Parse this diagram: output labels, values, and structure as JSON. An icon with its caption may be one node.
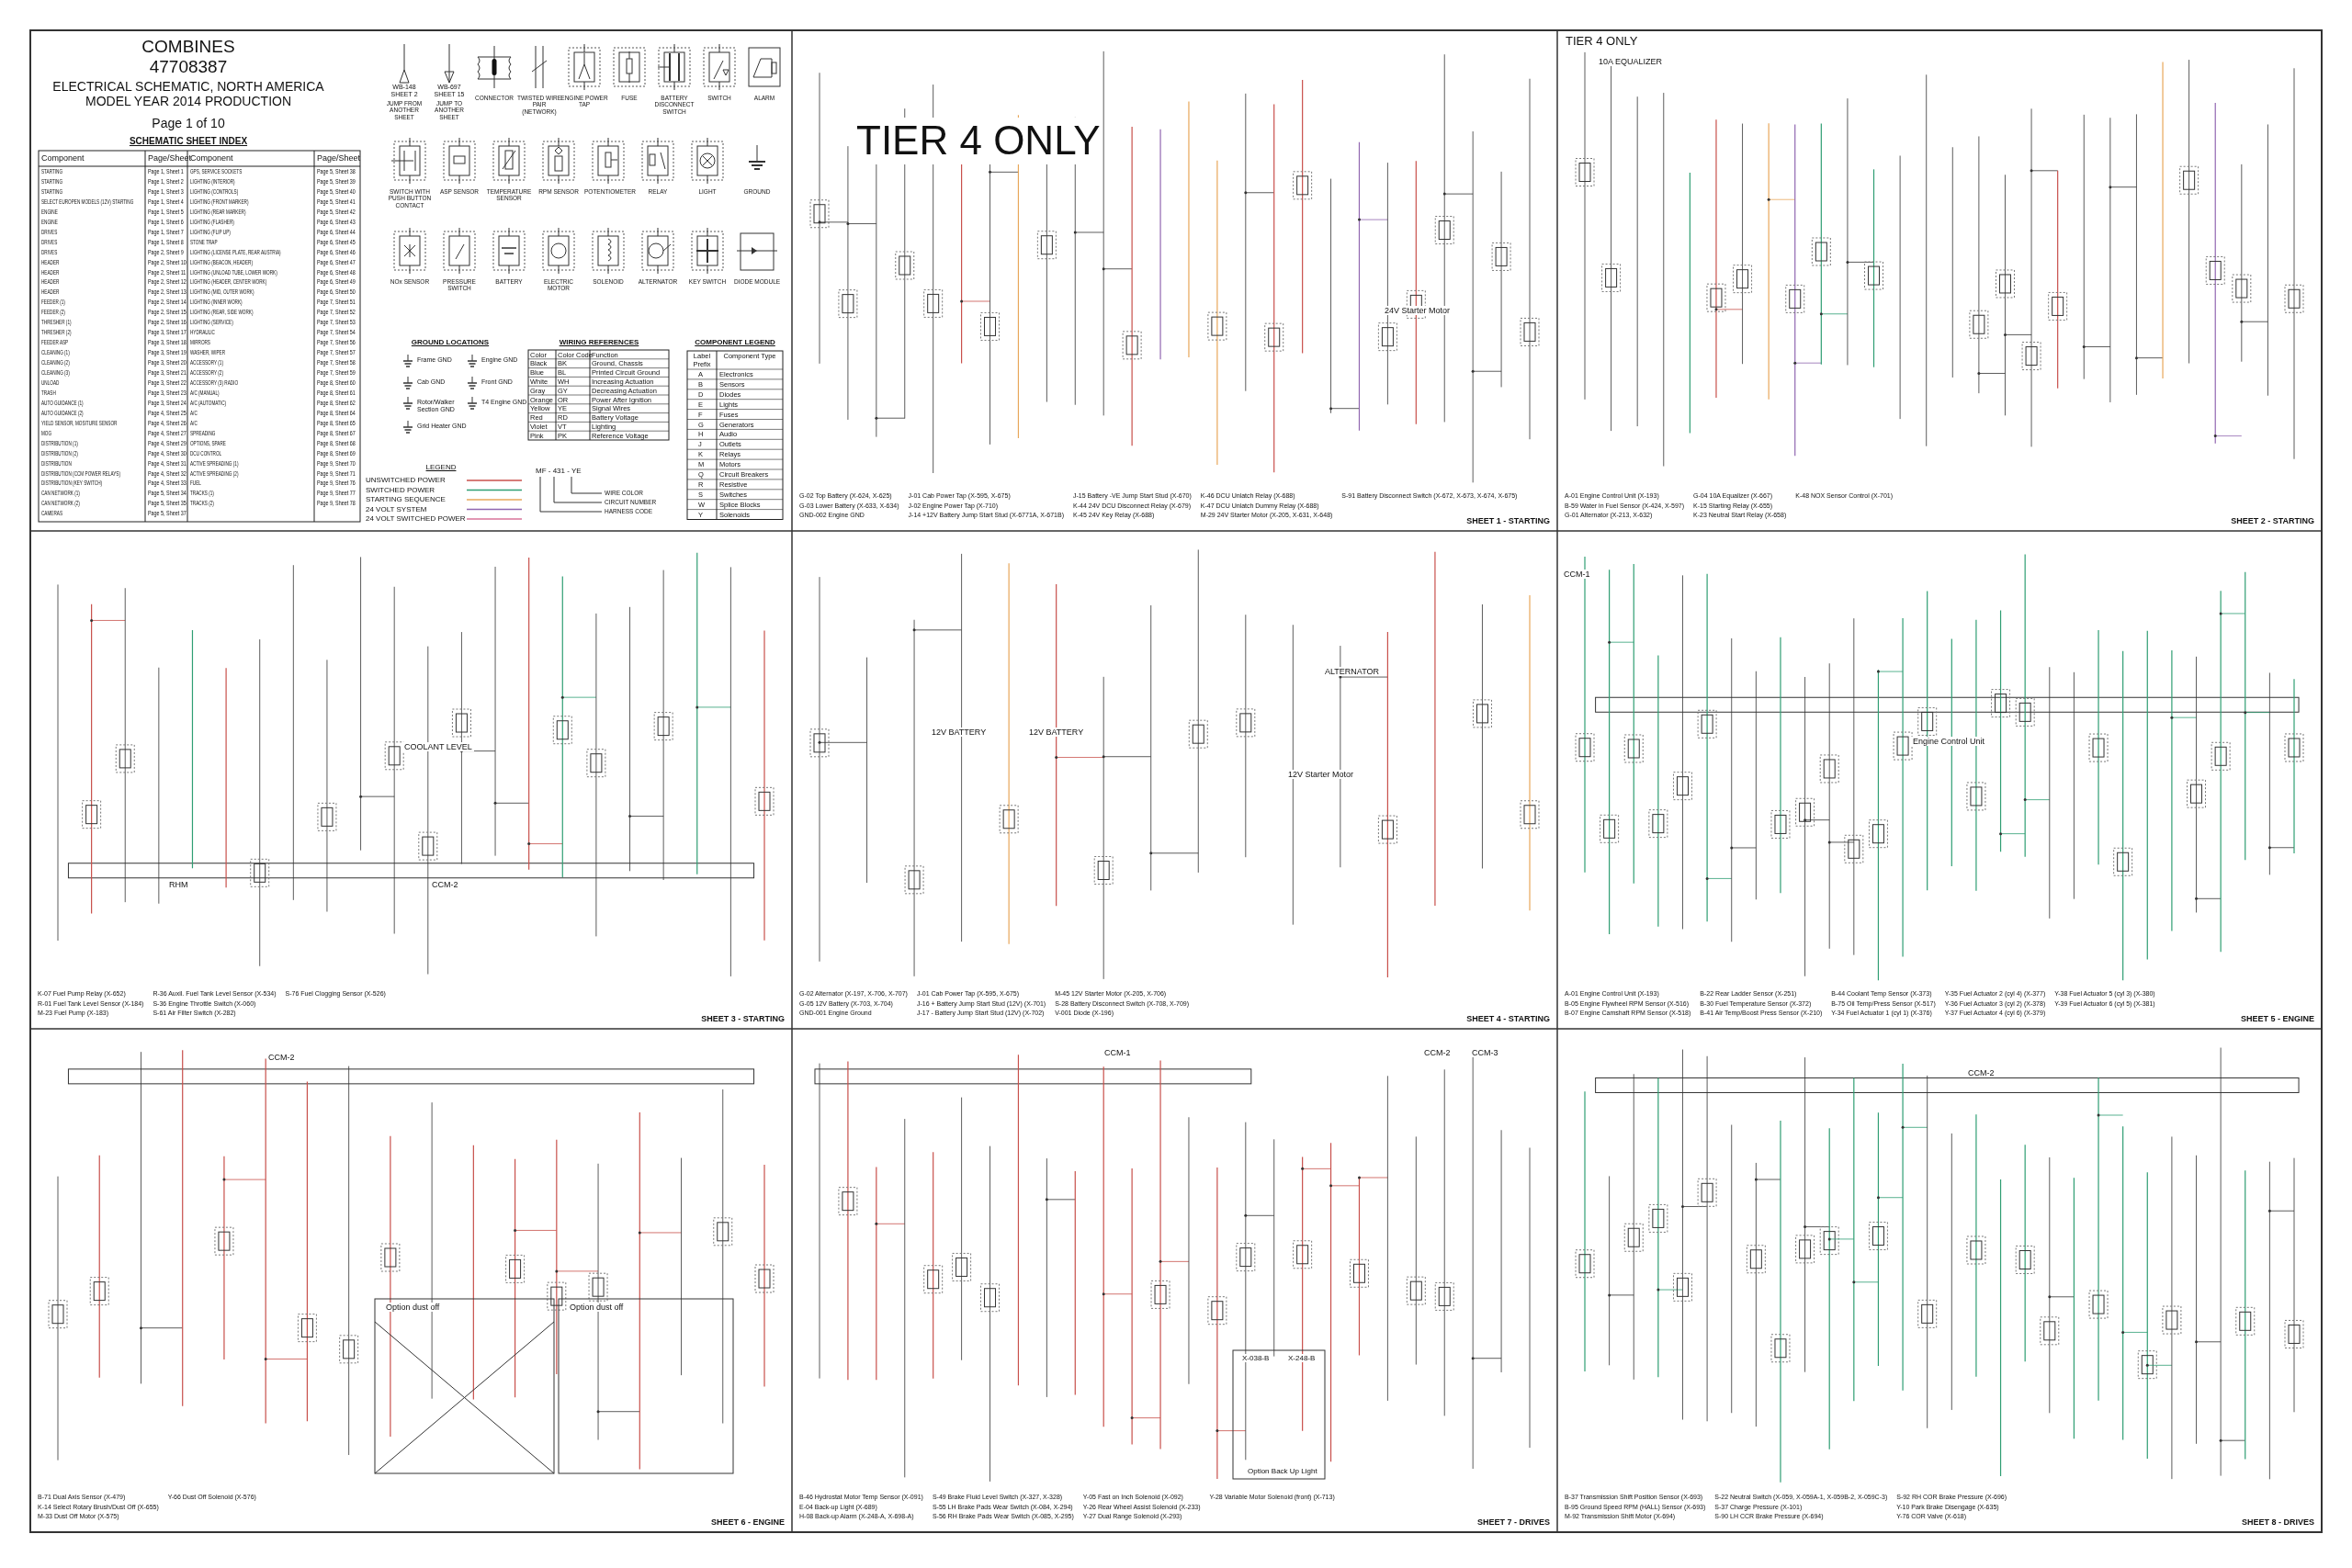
{
  "diagram": {
    "title": "COMBINES",
    "labels": [
      "47708387",
      "ELECTRICAL SCHEMATIC, NORTH AMERICA MODEL YEAR 2014 PRODUCTION",
      "Page 1 of 10",
      "SCHEMATIC SHEET INDEX",
      "Component",
      "Page/Sheet",
      "Component",
      "Page/Sheet",
      "STARTING",
      "Page 1, Sheet 1",
      "GPS, SERVICE SOCKETS",
      "Page 5, Sheet 38",
      "STARTING",
      "Page 1, Sheet 2",
      "LIGHTING (INTERIOR)",
      "Page 5, Sheet 39",
      "STARTING",
      "Page 1, Sheet 3",
      "LIGHTING (CONTROLS)",
      "Page 5, Sheet 40",
      "SELECT EUROPEN MODELS (12V) STARTING",
      "Page 1, Sheet 4",
      "LIGHTING (FRONT MARKER)",
      "Page 5, Sheet 41",
      "ENGINE",
      "Page 1, Sheet 5",
      "LIGHTING (REAR MARKER)",
      "Page 5, Sheet 42",
      "ENGINE",
      "Page 1, Sheet 6",
      "LIGHTING (FLASHER)",
      "Page 6, Sheet 43",
      "DRIVES",
      "Page 1, Sheet 7",
      "LIGHTING (FLIP UP)",
      "Page 6, Sheet 44",
      "DRIVES",
      "Page 1, Sheet 8",
      "STONE TRAP",
      "Page 6, Sheet 45",
      "DRIVES",
      "Page 2, Sheet 9",
      "LIGHTING (LICENSE PLATE, REAR AUSTRIA)",
      "Page 6, Sheet 46",
      "HEADER",
      "Page 2, Sheet 10",
      "LIGHTING (BEACON, HEADER)",
      "Page 6, Sheet 47",
      "HEADER",
      "Page 2, Sheet 11",
      "LIGHTING (UNLOAD TUBE, LOWER WORK)",
      "Page 6, Sheet 48",
      "HEADER",
      "Page 2, Sheet 12",
      "LIGHTING (HEADER, CENTER WORK)",
      "Page 6, Sheet 49",
      "HEADER",
      "Page 2, Sheet 13",
      "LIGHTING (MID, OUTER WORK)",
      "Page 6, Sheet 50",
      "FEEDER (1)",
      "Page 2, Sheet 14",
      "LIGHTING (INNER WORK)",
      "Page 7, Sheet 51",
      "FEEDER (2)",
      "Page 2, Sheet 15",
      "LIGHTING (REAR, SIDE WORK)",
      "Page 7, Sheet 52",
      "THRESHER (1)",
      "Page 2, Sheet 16",
      "LIGHTING (SERVICE)",
      "Page 7, Sheet 53",
      "THRESHER (2)",
      "Page 3, Sheet 17",
      "HYDRAULIC",
      "Page 7, Sheet 54",
      "FEEDER ASP",
      "Page 3, Sheet 18",
      "MIRRORS",
      "Page 7, Sheet 56",
      "CLEANING (1)",
      "Page 3, Sheet 19",
      "WASHER, WIPER",
      "Page 7, Sheet 57",
      "CLEANING (2)",
      "Page 3, Sheet 20",
      "ACCESSORY (1)",
      "Page 7, Sheet 58",
      "CLEANING (3)",
      "Page 3, Sheet 21",
      "ACCESSORY (2)",
      "Page 7, Sheet 59",
      "UNLOAD",
      "Page 3, Sheet 22",
      "ACCESSORY (3) RADIO",
      "Page 8, Sheet 60",
      "TRASH",
      "Page 3, Sheet 23",
      "A/C (MANUAL)",
      "Page 8, Sheet 61",
      "AUTO GUIDANCE (1)",
      "Page 3, Sheet 24",
      "A/C (AUTOMATIC)",
      "Page 8, Sheet 62",
      "AUTO GUIDANCE (2)",
      "Page 4, Sheet 25",
      "A/C",
      "Page 8, Sheet 64",
      "YIELD SENSOR, MOSITURE SENSOR",
      "Page 4, Sheet 26",
      "A/C",
      "Page 8, Sheet 65",
      "MOG",
      "Page 4, Sheet 27",
      "SPREADING",
      "Page 8, Sheet 67",
      "DISTRIBUTION (1)",
      "Page 4, Sheet 29",
      "OPTIONS, SPARE",
      "Page 8, Sheet 68",
      "DISTRIBUTION (2)",
      "Page 4, Sheet 30",
      "DCU CONTROL",
      "Page 8, Sheet 69",
      "DISTRIBUTION",
      "Page 4, Sheet 31",
      "ACTIVE SPREADING (1)",
      "Page 9, Sheet 70",
      "DISTRIBUTION (CCM POWER RELAYS)",
      "Page 4, Sheet 32",
      "ACTIVE SPREADING (2)",
      "Page 9, Sheet 71",
      "DISTRIBUTION (KEY SWITCH)",
      "Page 4, Sheet 33",
      "FUEL",
      "Page 9, Sheet 76",
      "CAN NETWORK (1)",
      "Page 5, Sheet 34",
      "TRACKS (1)",
      "Page 9, Sheet 77",
      "CAN NETWORK (2)",
      "Page 5, Sheet 35",
      "TRACKS (2)",
      "Page 9, Sheet 78",
      "CAMERAS",
      "Page 5, Sheet 37",
      "WB-148 SHEET 2",
      "JUMP FROM ANOTHER SHEET",
      "WB-697 SHEET 15",
      "JUMP TO ANOTHER SHEET",
      "CONNECTOR",
      "TWISTED WIRE PAIR (NETWORK)",
      "ENGINE POWER TAP",
      "FUSE",
      "BATTERY DISCONNECT SWITCH",
      "SWITCH",
      "ALARM",
      "SWITCH WITH PUSH BUTTON CONTACT",
      "ASP SENSOR",
      "TEMPERATURE SENSOR",
      "RPM SENSOR",
      "POTENTIOMETER",
      "RELAY",
      "LIGHT",
      "GROUND",
      "NOx SENSOR",
      "PRESSURE SWITCH",
      "BATTERY",
      "ELECTRIC MOTOR",
      "SOLENOID",
      "ALTERNATOR",
      "KEY SWITCH",
      "DIODE MODULE",
      "GROUND LOCATIONS",
      "Frame GND",
      "Engine GND",
      "Cab GND",
      "Front GND",
      "Rotor/Walker Section GND",
      "T4 Engine GND",
      "Grid Heater GND",
      "WIRING REFERENCES",
      "Color",
      "Color Code",
      "Function",
      "Black",
      "BK",
      "Ground, Chassis",
      "Blue",
      "BL",
      "Printed Circuit Ground",
      "White",
      "WH",
      "Increasing Actuation",
      "Gray",
      "GY",
      "Decreasing Actuation",
      "Orange",
      "OR",
      "Power After Ignition",
      "Yellow",
      "YE",
      "Signal Wires",
      "Red",
      "RD",
      "Battery Voltage",
      "Violet",
      "VT",
      "Lighting",
      "Pink",
      "PK",
      "Reference Voltage",
      "COMPONENT LEGEND",
      "Label Prefix",
      "Component Type",
      "A",
      "Electronics",
      "B",
      "Sensors",
      "D",
      "Diodes",
      "E",
      "Lights",
      "F",
      "Fuses",
      "G",
      "Generators",
      "H",
      "Audio",
      "J",
      "Outlets",
      "K",
      "Relays",
      "M",
      "Motors",
      "Q",
      "Circuit Breakers",
      "R",
      "Resistive",
      "S",
      "Switches",
      "W",
      "Splice Blocks",
      "Y",
      "Solenoids",
      "LEGEND",
      "MF - 431 - YE",
      "WIRE COLOR",
      "CIRCUIT NUMBER",
      "HARNESS CODE",
      "TIER 4 ONLY",
      "24V Starter Motor",
      "G-02 Top Battery (X-624, X-625)",
      "G-03 Lower Battery (X-633, X-634)",
      "GND-002 Engine GND",
      "J-01 Cab Power Tap (X-595, X-675)",
      "J-02 Engine Power Tap (X-710)",
      "J-14 +12V Battery Jump Start Stud (X-6771A, X-671B)",
      "J-15 Battery -VE Jump Start Stud (X-670)",
      "K-44 24V DCU Disconnect Relay (X-679)",
      "K-45 24V Key Relay (X-688)",
      "K-46 DCU Unlatch Relay (X-688)",
      "K-47 DCU Unlatch Dummy Relay (X-688)",
      "M-29 24V Starter Motor (X-205, X-631, X-648)",
      "S-91 Battery Disconnect Switch (X-672, X-673, X-674, X-675)",
      "SHEET 1 - STARTING",
      "TIER 4 ONLY",
      "10A EQUALIZER",
      "A-01 Engine Control Unit (X-193)",
      "B-59 Water in Fuel Sensor (X-424, X-597)",
      "G-01 Alternator (X-213, X-632)",
      "G-04 10A Equalizer (X-667)",
      "K-15 Starting Relay (X-655)",
      "K-23 Neutral Start Relay (X-658)",
      "K-48 NOX Sensor Control (X-701)",
      "SHEET 2 - STARTING",
      "COOLANT LEVEL",
      "RHM",
      "CCM-2",
      "K-07 Fuel Pump Relay (X-652)",
      "R-01 Fuel Tank Level Sensor (X-184)",
      "M-23 Fuel Pump (X-183)",
      "R-36 Auxil. Fuel Tank Level Sensor (X-534)",
      "S-36 Engine Throttle Switch (X-060)",
      "S-61 Air Filter Switch (X-282)",
      "S-76 Fuel Clogging Sensor (X-526)",
      "SHEET 3 - STARTING",
      "ALTERNATOR",
      "12V BATTERY",
      "12V BATTERY",
      "12V Starter Motor",
      "G-02 Alternator (X-197, X-706, X-707)",
      "G-05 12V Battery (X-703, X-704)",
      "GND-001 Engine Ground",
      "J-01 Cab Power Tap (X-595, X-675)",
      "J-16 + Battery Jump Start Stud (12V) (X-701)",
      "J-17 - Battery Jump Start Stud (12V) (X-702)",
      "M-45 12V Starter Motor (X-205, X-706)",
      "S-28 Battery Disconnect Switch (X-708, X-709)",
      "V-001 Diode (X-196)",
      "SHEET 4 - STARTING",
      "CCM-1",
      "Engine Control Unit",
      "A-01 Engine Control Unit (X-193)",
      "B-05 Engine Flywheel RPM Sensor (X-516)",
      "B-07 Engine Camshaft RPM Sensor (X-518)",
      "B-22 Rear Ladder Sensor (X-251)",
      "B-30 Fuel Temperature Sensor (X-372)",
      "B-41 Air Temp/Boost Press Sensor (X-210)",
      "B-44 Coolant Temp Sensor (X-373)",
      "B-75 Oil Temp/Press Sensor (X-517)",
      "Y-34 Fuel Actuator 1 (cyl 1) (X-376)",
      "Y-35 Fuel Actuator 2 (cyl 4) (X-377)",
      "Y-36 Fuel Actuator 3 (cyl 2) (X-378)",
      "Y-37 Fuel Actuator 4 (cyl 6) (X-379)",
      "Y-38 Fuel Actuator 5 (cyl 3) (X-380)",
      "Y-39 Fuel Actuator 6 (cyl 5) (X-381)",
      "SHEET 5 - ENGINE",
      "CCM-2",
      "Option dust off",
      "Option dust off",
      "B-71 Dual Axis Sensor (X-479)",
      "K-14 Select Rotary Brush/Dust Off (X-655)",
      "M-33 Dust Off Motor (X-575)",
      "Y-66 Dust Off Solenoid (X-576)",
      "SHEET 6 - ENGINE",
      "CCM-1",
      "CCM-2",
      "CCM-3",
      "X-038-B",
      "X-248-B",
      "Option Back Up Light",
      "B-46 Hydrostat Motor Temp Sensor (X-091)",
      "E-04 Back-up Light (X-689)",
      "H-08 Back-up Alarm (X-248-A, X-698-A)",
      "S-49 Brake Fluid Level Switch (X-327, X-328)",
      "S-55 LH Brake Pads Wear Switch (X-084, X-294)",
      "S-56 RH Brake Pads Wear Switch (X-085, X-295)",
      "Y-05 Fast on Inch Solenoid (X-092)",
      "Y-26 Rear Wheel Assist Solenoid (X-233)",
      "Y-27 Dual Range Solenoid (X-293)",
      "Y-28 Variable Motor Solenoid (front) (X-713)",
      "SHEET 7 - DRIVES",
      "CCM-2",
      "B-37 Transmission Shift Position Sensor (X-693)",
      "B-95 Ground Speed RPM (HALL) Sensor (X-693)",
      "M-92 Transmission Shift Motor (X-694)",
      "S-22 Neutral Switch (X-059, X-059A-1, X-059B-2, X-059C-3)",
      "S-37 Charge Pressure (X-101)",
      "S-90 LH CCR Brake Pressure (X-694)",
      "S-92 RH COR Brake Pressure (X-696)",
      "Y-10 Park Brake Disengage (X-635)",
      "Y-76 COR Valve (X-618)",
      "SHEET 8 - DRIVES"
    ],
    "legend": [
      {
        "text": "UNSWITCHED POWER"
      },
      {
        "text": "SWITCHED POWER"
      },
      {
        "text": "STARTING SEQUENCE"
      },
      {
        "text": "24 VOLT SYSTEM"
      },
      {
        "text": "24 VOLT SWITCHED POWER"
      }
    ]
  }
}
